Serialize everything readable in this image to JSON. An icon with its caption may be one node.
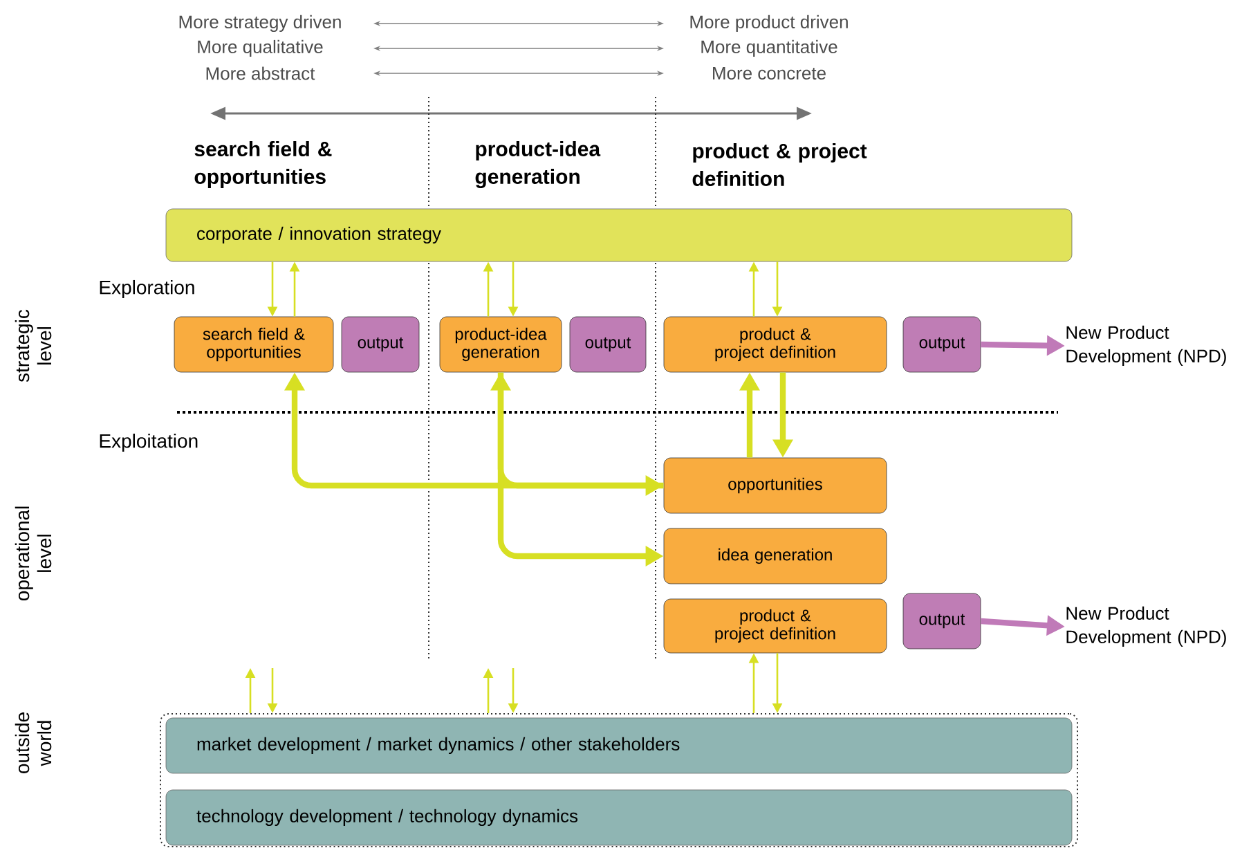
{
  "diagram": {
    "nodes": [
      {
        "text": [
          "corporate / innovation strategy"
        ]
      },
      {
        "text": [
          "search field & opportunities"
        ]
      },
      {
        "text": [
          "output"
        ]
      },
      {
        "text": [
          "product-idea generation"
        ]
      },
      {
        "text": [
          "output"
        ]
      },
      {
        "text": [
          "product & project definition"
        ]
      },
      {
        "text": [
          "output"
        ]
      },
      {
        "text": [
          "New Product Development (NPD)"
        ]
      },
      {
        "text": [
          "opportunities"
        ]
      },
      {
        "text": [
          "idea generation"
        ]
      },
      {
        "text": [
          "product & project definition"
        ]
      },
      {
        "text": [
          "output"
        ]
      },
      {
        "text": [
          "New Product Development (NPD)"
        ]
      },
      {
        "text": [],
        "shape": "box"
      },
      {
        "text": [
          "market development / market dynamics / other stakeholders"
        ],
        "in": 13
      },
      {
        "text": [
          "technology development / technology dynamics"
        ],
        "in": 13
      }
    ],
    "edges": [
      {
        "from": 0,
        "to": 1,
        "arrow": "to"
      },
      {
        "from": 1,
        "to": 0,
        "arrow": "to"
      },
      {
        "from": 3,
        "to": 0,
        "arrow": "to"
      },
      {
        "from": 0,
        "to": 3,
        "arrow": "to"
      },
      {
        "from": 5,
        "to": 0,
        "arrow": "to"
      },
      {
        "from": 0,
        "to": 5,
        "arrow": "to"
      },
      {
        "from": 6,
        "to": 7,
        "arrow": "to",
        "style": "thick",
        "color": "#c07ab8"
      },
      {
        "from": 1,
        "to": 8,
        "arrow": "both",
        "style": "thick"
      },
      {
        "from": 8,
        "to": 3,
        "arrow": "to",
        "style": "thick"
      },
      {
        "from": 3,
        "to": 9,
        "arrow": "to",
        "style": "thick"
      },
      {
        "from": 8,
        "to": 5,
        "arrow": "to",
        "style": "thick"
      },
      {
        "from": 5,
        "to": 8,
        "arrow": "to",
        "style": "thick"
      },
      {
        "from": 11,
        "to": 12,
        "arrow": "to",
        "style": "thick",
        "color": "#c07ab8"
      },
      {
        "from": 13,
        "to": null,
        "arrow": "to"
      },
      {
        "from": null,
        "to": 13,
        "arrow": "to"
      },
      {
        "from": 13,
        "to": null,
        "arrow": "to"
      },
      {
        "from": null,
        "to": 13,
        "arrow": "to"
      },
      {
        "from": 13,
        "to": 10,
        "arrow": "to"
      },
      {
        "from": 10,
        "to": 13,
        "arrow": "to"
      }
    ],
    "labels": [
      "More strategy driven",
      "More product driven",
      "More qualitative",
      "More quantitative",
      "More abstract",
      "More concrete",
      "search field & opportunities",
      "product-idea generation",
      "product & project definition",
      "Exploration",
      "Exploitation",
      "strategic level",
      "operational level",
      "outside world"
    ]
  }
}
